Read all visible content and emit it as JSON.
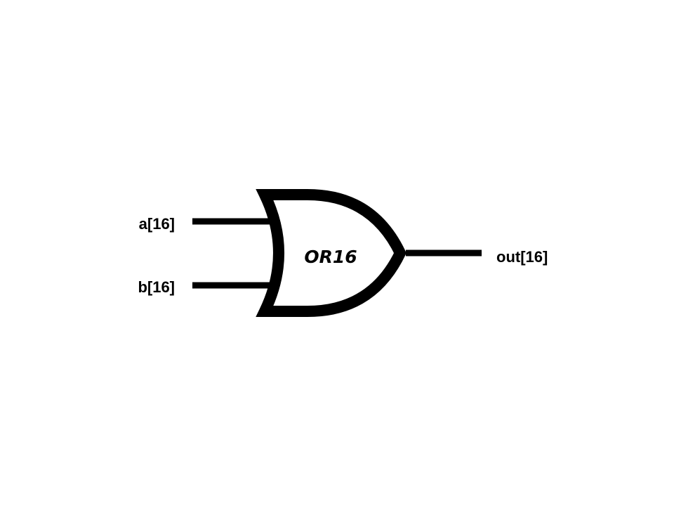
{
  "gate": {
    "type": "OR",
    "label": "OR16"
  },
  "inputs": [
    {
      "label": "a[16]"
    },
    {
      "label": "b[16]"
    }
  ],
  "output": {
    "label": "out[16]"
  },
  "colors": {
    "stroke": "#000000",
    "background": "#ffffff"
  }
}
